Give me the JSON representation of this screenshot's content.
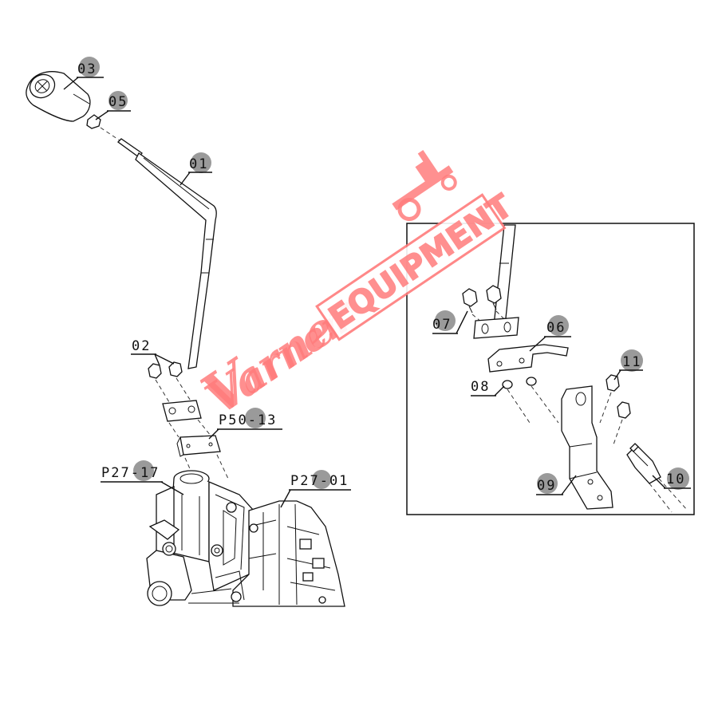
{
  "callouts": {
    "knob": "03",
    "nut_05": "05",
    "lever": "01",
    "bolts_02": "02",
    "plate_p50": "P50-13",
    "housing_p27_17": "P27-17",
    "gearbox_p27_01": "P27-01",
    "detail_07": "07",
    "detail_06": "06",
    "detail_11": "11",
    "detail_08": "08",
    "detail_09": "09",
    "detail_10": "10"
  },
  "watermark": {
    "script_text": "Varner",
    "block_text": "EQUIPMENT",
    "color": "#ff7c7c"
  }
}
